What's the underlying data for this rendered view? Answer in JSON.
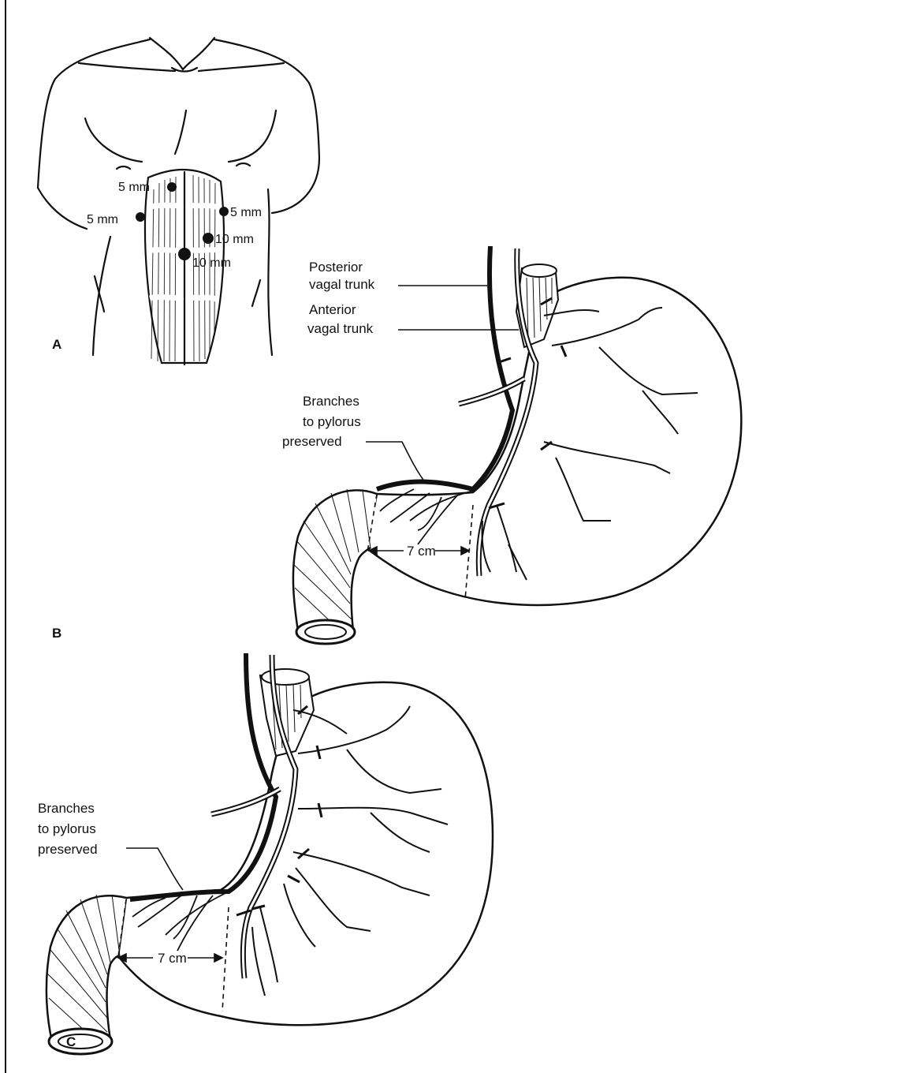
{
  "panels": {
    "a": {
      "letter": "A",
      "ports": {
        "upper": "5 mm",
        "left": "5 mm",
        "right": "5 mm",
        "right_lower": "10 mm",
        "umbilical": "10 mm"
      }
    },
    "b": {
      "letter": "B",
      "posterior_1": "Posterior",
      "posterior_2": "vagal trunk",
      "anterior_1": "Anterior",
      "anterior_2": "vagal trunk",
      "branches_1": "Branches",
      "branches_2": "to pylorus",
      "branches_3": "preserved",
      "distance": "7 cm"
    },
    "c": {
      "letter": "C",
      "branches_1": "Branches",
      "branches_2": "to pylorus",
      "branches_3": "preserved",
      "distance": "7 cm"
    }
  },
  "colors": {
    "ink": "#111111",
    "paper": "#ffffff"
  }
}
